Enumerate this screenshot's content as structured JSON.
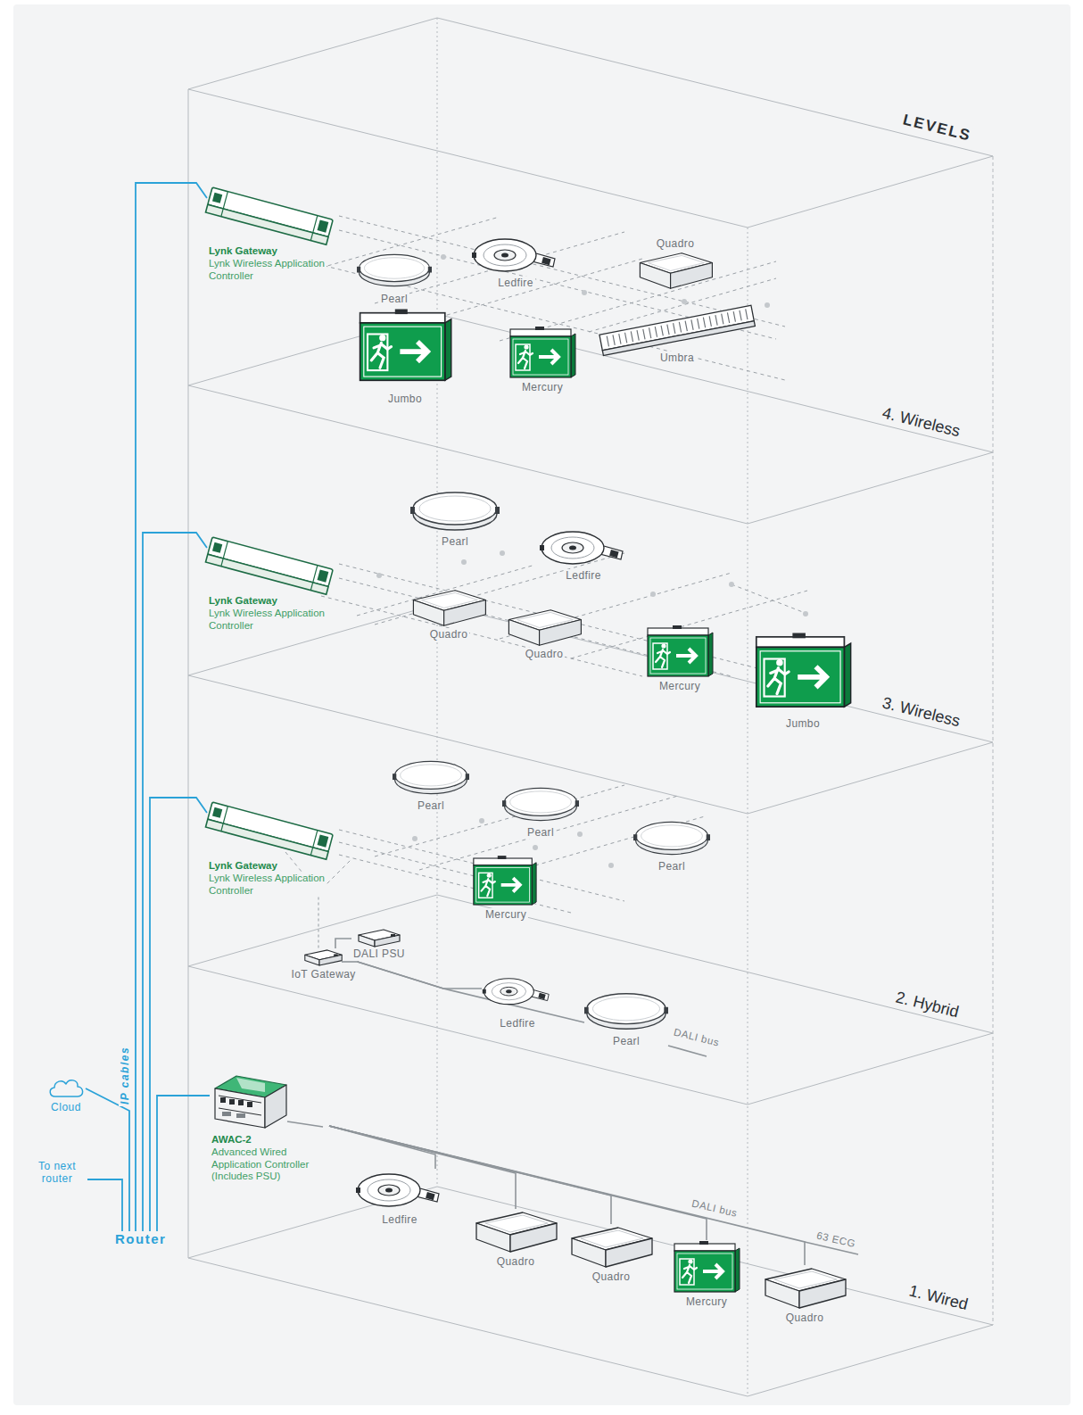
{
  "diagram": {
    "nodes": [
      {
        "text": [
          "Lynk Gateway",
          "Lynk Wireless Application Controller"
        ]
      },
      {
        "text": [
          "Pearl"
        ]
      },
      {
        "text": [
          "Ledfire"
        ]
      },
      {
        "text": [
          "Quadro"
        ]
      },
      {
        "text": [
          "Jumbo"
        ]
      },
      {
        "text": [
          "Mercury"
        ]
      },
      {
        "text": [
          "Umbra"
        ]
      },
      {
        "text": [
          "Lynk Gateway",
          "Lynk Wireless Application Controller"
        ]
      },
      {
        "text": [
          "Pearl"
        ]
      },
      {
        "text": [
          "Ledfire"
        ]
      },
      {
        "text": [
          "Quadro"
        ]
      },
      {
        "text": [
          "Quadro"
        ]
      },
      {
        "text": [
          "Mercury"
        ]
      },
      {
        "text": [
          "Jumbo"
        ]
      },
      {
        "text": [
          "Lynk Gateway",
          "Lynk Wireless Application Controller"
        ]
      },
      {
        "text": [
          "Pearl"
        ]
      },
      {
        "text": [
          "Pearl"
        ]
      },
      {
        "text": [
          "Pearl"
        ]
      },
      {
        "text": [
          "Mercury"
        ]
      },
      {
        "text": [
          "DALI PSU"
        ]
      },
      {
        "text": [
          "IoT Gateway"
        ]
      },
      {
        "text": [
          "Ledfire"
        ]
      },
      {
        "text": [
          "Pearl"
        ]
      },
      {
        "text": [
          "AWAC-2",
          "Advanced Wired Application Controller (Includes PSU)"
        ]
      },
      {
        "text": [
          "Ledfire"
        ]
      },
      {
        "text": [
          "Quadro"
        ]
      },
      {
        "text": [
          "Quadro"
        ]
      },
      {
        "text": [
          "Mercury"
        ]
      },
      {
        "text": [
          "Quadro"
        ]
      },
      {
        "text": [
          "Router"
        ]
      },
      {
        "text": [
          "Cloud"
        ]
      },
      {
        "text": [
          "To next router"
        ]
      }
    ],
    "edges": [
      {
        "from": 29,
        "to": 0,
        "arrow": "none"
      },
      {
        "from": 29,
        "to": 7,
        "arrow": "none"
      },
      {
        "from": 29,
        "to": 14,
        "arrow": "none"
      },
      {
        "from": 29,
        "to": 23,
        "arrow": "none"
      },
      {
        "from": 30,
        "to": 29,
        "arrow": "none"
      },
      {
        "from": 29,
        "to": 31,
        "arrow": "none"
      },
      {
        "from": 23,
        "to": 24,
        "arrow": "none"
      },
      {
        "from": 23,
        "to": 25,
        "arrow": "none"
      },
      {
        "from": 23,
        "to": 26,
        "arrow": "none"
      },
      {
        "from": 23,
        "to": 27,
        "arrow": "none"
      },
      {
        "from": 23,
        "to": 28,
        "arrow": "none"
      },
      {
        "from": 14,
        "to": 20,
        "arrow": "none"
      },
      {
        "from": 20,
        "to": 19,
        "arrow": "none"
      },
      {
        "from": 20,
        "to": 21,
        "arrow": "none"
      },
      {
        "from": 20,
        "to": 22,
        "arrow": "none"
      }
    ],
    "labels": [
      "LEVELS",
      "4. Wireless",
      "3. Wireless",
      "2. Hybrid",
      "1. Wired",
      "IP cables",
      "DALI bus",
      "DALI bus",
      "63 ECG"
    ]
  }
}
